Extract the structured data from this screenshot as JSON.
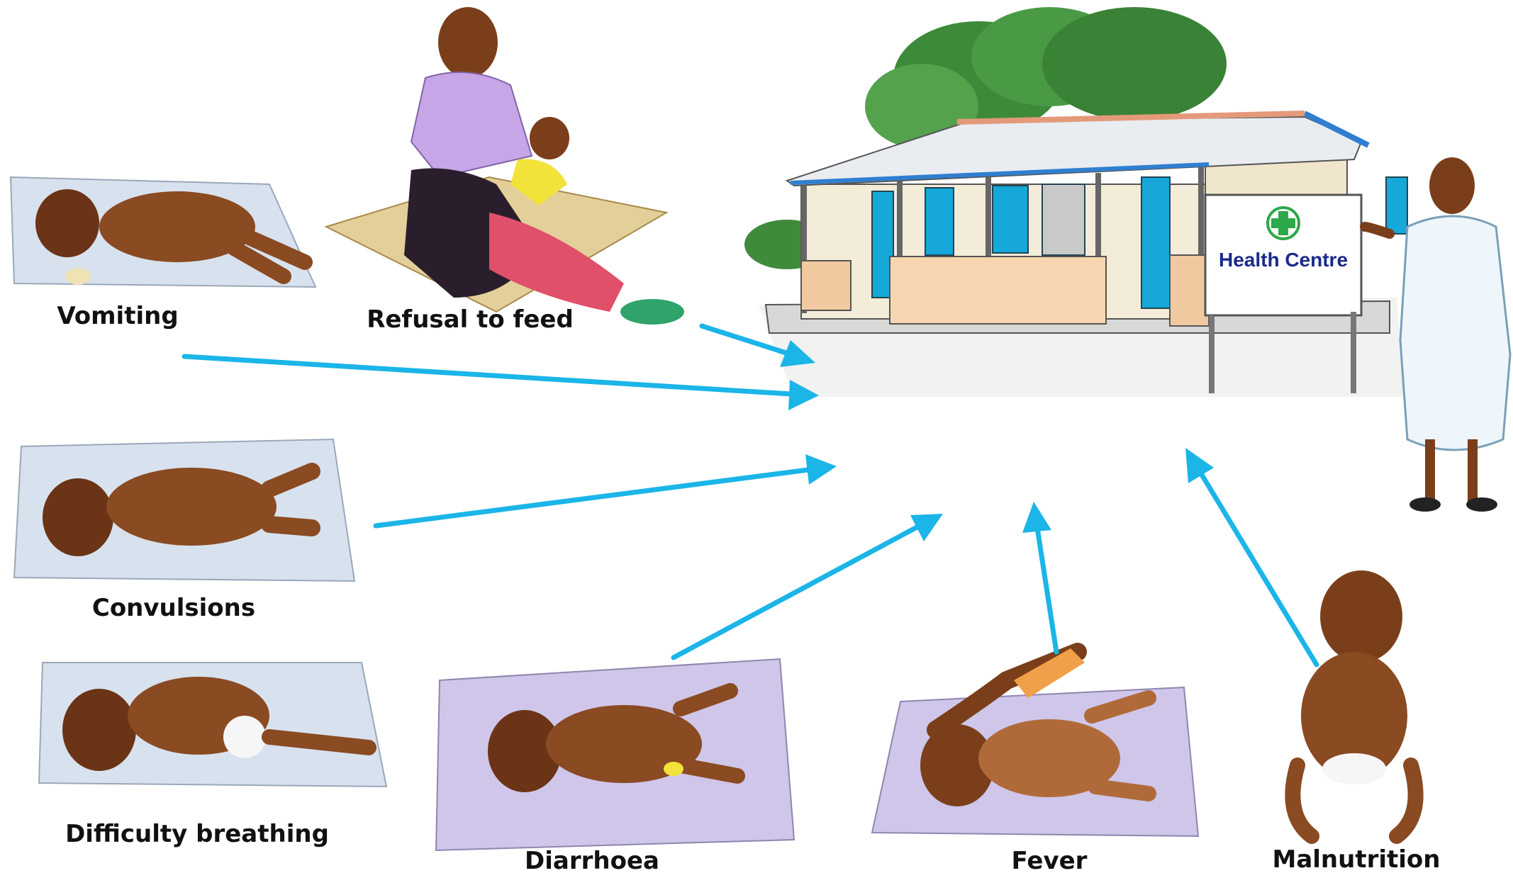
{
  "sign": {
    "text": "Health Centre"
  },
  "labels": {
    "vomiting": "Vomiting",
    "refusal_to_feed": "Refusal to feed",
    "convulsions": "Convulsions",
    "difficulty_breathing": "Difficulty breathing",
    "diarrhoea": "Diarrhoea",
    "fever": "Fever",
    "malnutrition": "Malnutrition"
  },
  "colors": {
    "arrow": "#1bb5e8",
    "sign_text": "#1a2a8a",
    "cross": "#2ea84a",
    "window": "#16a8d8",
    "roof_edge": "#2f7fd0",
    "blanket": "#d8e2ee",
    "blanket_lilac": "#cfc6ea",
    "skin": "#8a4a22"
  }
}
